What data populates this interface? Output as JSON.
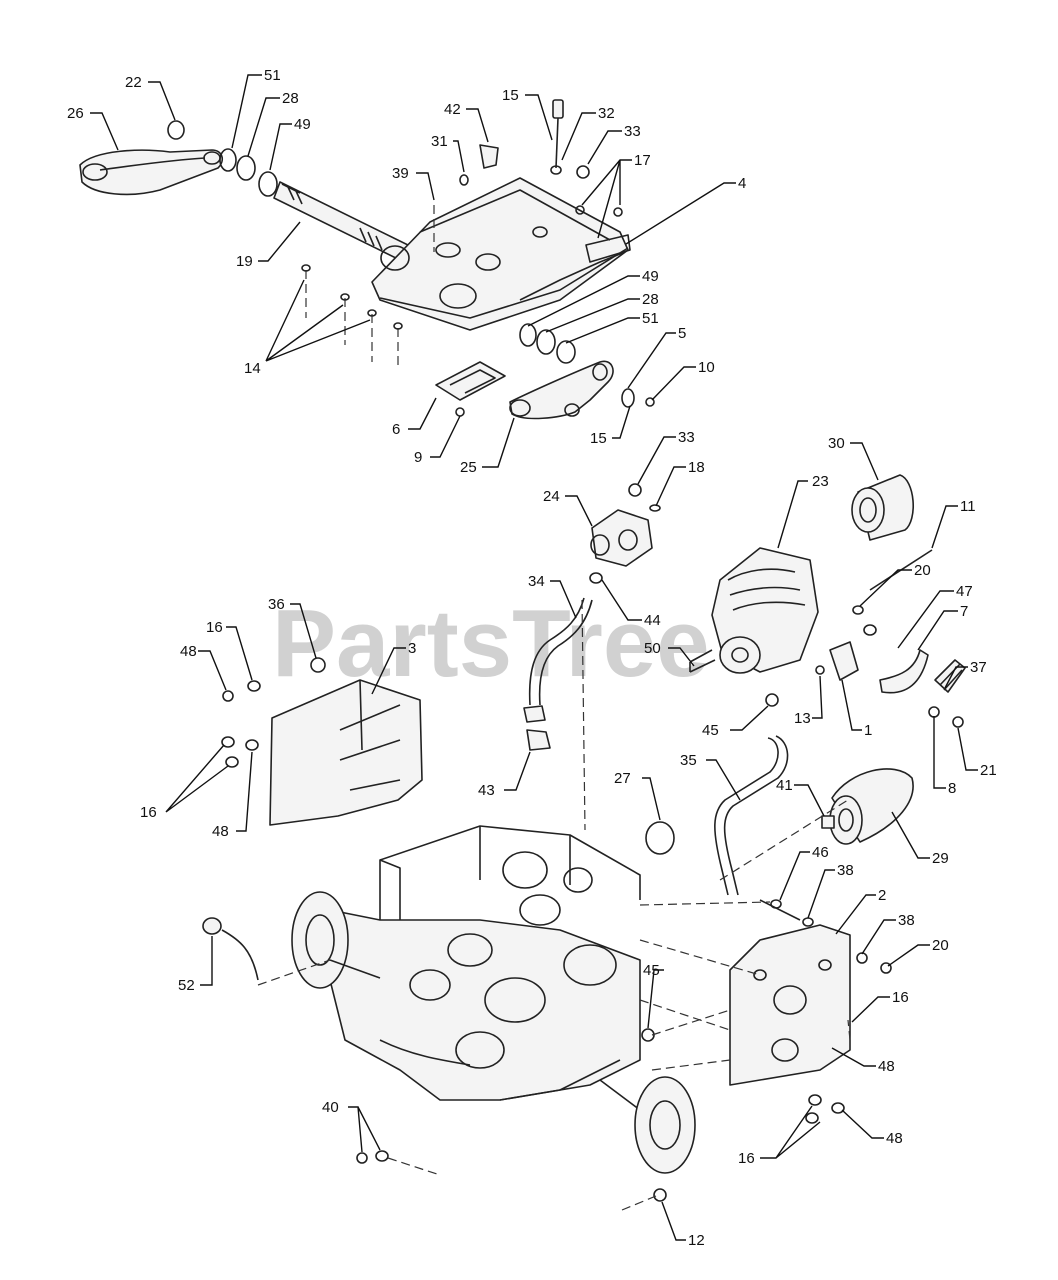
{
  "watermark": {
    "text": "PartsTree",
    "trademark": "™"
  },
  "callouts": [
    {
      "id": "c22",
      "label": "22"
    },
    {
      "id": "c26",
      "label": "26"
    },
    {
      "id": "c51a",
      "label": "51"
    },
    {
      "id": "c28a",
      "label": "28"
    },
    {
      "id": "c49a",
      "label": "49"
    },
    {
      "id": "c42",
      "label": "42"
    },
    {
      "id": "c15a",
      "label": "15"
    },
    {
      "id": "c32",
      "label": "32"
    },
    {
      "id": "c31",
      "label": "31"
    },
    {
      "id": "c33a",
      "label": "33"
    },
    {
      "id": "c39",
      "label": "39"
    },
    {
      "id": "c17",
      "label": "17"
    },
    {
      "id": "c4",
      "label": "4"
    },
    {
      "id": "c19",
      "label": "19"
    },
    {
      "id": "c49b",
      "label": "49"
    },
    {
      "id": "c28b",
      "label": "28"
    },
    {
      "id": "c51b",
      "label": "51"
    },
    {
      "id": "c14",
      "label": "14"
    },
    {
      "id": "c5",
      "label": "5"
    },
    {
      "id": "c10",
      "label": "10"
    },
    {
      "id": "c6",
      "label": "6"
    },
    {
      "id": "c9",
      "label": "9"
    },
    {
      "id": "c15b",
      "label": "15"
    },
    {
      "id": "c25",
      "label": "25"
    },
    {
      "id": "c33b",
      "label": "33"
    },
    {
      "id": "c18",
      "label": "18"
    },
    {
      "id": "c30",
      "label": "30"
    },
    {
      "id": "c23",
      "label": "23"
    },
    {
      "id": "c24",
      "label": "24"
    },
    {
      "id": "c11",
      "label": "11"
    },
    {
      "id": "c34",
      "label": "34"
    },
    {
      "id": "c44",
      "label": "44"
    },
    {
      "id": "c20a",
      "label": "20"
    },
    {
      "id": "c47",
      "label": "47"
    },
    {
      "id": "c36",
      "label": "36"
    },
    {
      "id": "c3",
      "label": "3"
    },
    {
      "id": "c7",
      "label": "7"
    },
    {
      "id": "c16a",
      "label": "16"
    },
    {
      "id": "c48a",
      "label": "48"
    },
    {
      "id": "c50",
      "label": "50"
    },
    {
      "id": "c37",
      "label": "37"
    },
    {
      "id": "c13",
      "label": "13"
    },
    {
      "id": "c1",
      "label": "1"
    },
    {
      "id": "c45a",
      "label": "45"
    },
    {
      "id": "c21",
      "label": "21"
    },
    {
      "id": "c43",
      "label": "43"
    },
    {
      "id": "c27",
      "label": "27"
    },
    {
      "id": "c35",
      "label": "35"
    },
    {
      "id": "c41",
      "label": "41"
    },
    {
      "id": "c8",
      "label": "8"
    },
    {
      "id": "c16b",
      "label": "16"
    },
    {
      "id": "c48b",
      "label": "48"
    },
    {
      "id": "c29",
      "label": "29"
    },
    {
      "id": "c46",
      "label": "46"
    },
    {
      "id": "c38a",
      "label": "38"
    },
    {
      "id": "c2",
      "label": "2"
    },
    {
      "id": "c38b",
      "label": "38"
    },
    {
      "id": "c20b",
      "label": "20"
    },
    {
      "id": "c52",
      "label": "52"
    },
    {
      "id": "c16c",
      "label": "16"
    },
    {
      "id": "c45b",
      "label": "45"
    },
    {
      "id": "c48c",
      "label": "48"
    },
    {
      "id": "c40",
      "label": "40"
    },
    {
      "id": "c16d",
      "label": "16"
    },
    {
      "id": "c48d",
      "label": "48"
    },
    {
      "id": "c12",
      "label": "12"
    }
  ]
}
